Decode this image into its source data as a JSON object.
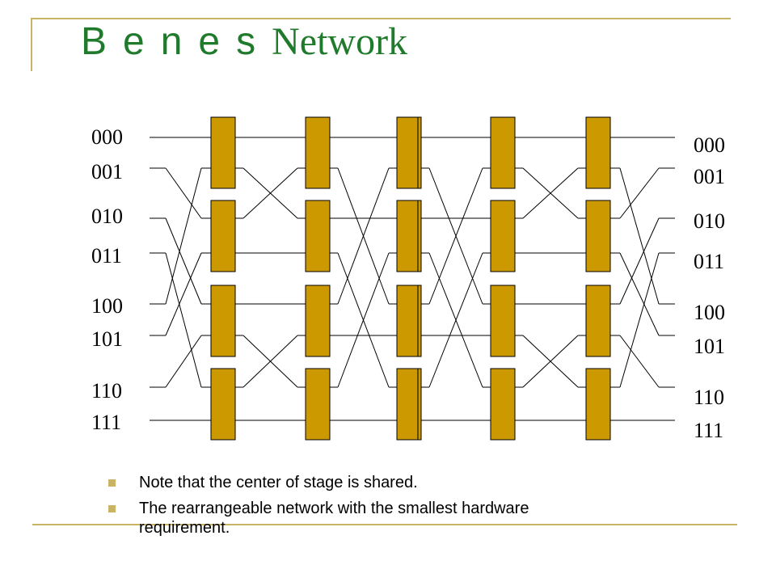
{
  "title": {
    "part1": "Benes",
    "part2": "Network"
  },
  "input_labels": [
    "000",
    "001",
    "010",
    "011",
    "100",
    "101",
    "110",
    "111"
  ],
  "output_labels": [
    "000",
    "001",
    "010",
    "011",
    "100",
    "101",
    "110",
    "111"
  ],
  "stages": 5,
  "switches_per_stage": 4,
  "shared_center_stage": 3,
  "switch_color": "#cc9900",
  "accent_color": "#c8b464",
  "title_color": "#1f7a2c",
  "bullets": [
    "Note that the center of stage is shared.",
    "The rearrangeable network with the smallest hardware requirement."
  ]
}
